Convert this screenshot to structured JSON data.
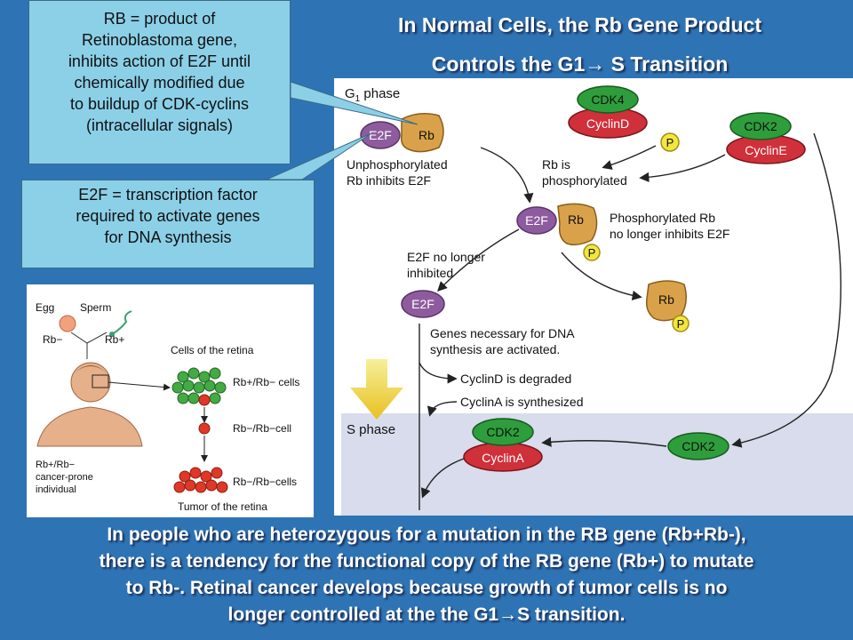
{
  "title": {
    "line1": "In Normal Cells, the Rb Gene Product",
    "line2": "Controls the G1→ S Transition"
  },
  "callout_rb": {
    "lines": [
      "RB = product of",
      "Retinoblastoma gene,",
      "inhibits action of E2F until",
      "chemically modified due",
      "to buildup of CDK-cyclins",
      "(intracellular signals)"
    ]
  },
  "callout_e2f": {
    "lines": [
      "E2F = transcription factor",
      "required to activate genes",
      "for DNA synthesis"
    ]
  },
  "cycle": {
    "g1_phase": "G",
    "g1_sub": "1",
    "g1_word": " phase",
    "s_phase": "S phase",
    "e2f": "E2F",
    "rb": "Rb",
    "p": "P",
    "cdk4": "CDK4",
    "cyclin_d": "CyclinD",
    "cdk2": "CDK2",
    "cyclin_e": "CyclinE",
    "cyclin_a": "CyclinA",
    "unphos_1": "Unphosphorylated",
    "unphos_2": "Rb inhibits E2F",
    "rb_is_1": "Rb is",
    "rb_is_2": "phosphorylated",
    "phos_1": "Phosphorylated Rb",
    "phos_2": "no longer inhibits E2F",
    "nolonger_1": "E2F no longer",
    "nolonger_2": "inhibited",
    "genes_1": "Genes necessary for DNA",
    "genes_2": "synthesis are activated.",
    "cyclind_degraded": "CyclinD is degraded",
    "cyclina_synth": "CyclinA is synthesized"
  },
  "retina": {
    "egg": "Egg",
    "sperm": "Sperm",
    "rb_minus": "Rb−",
    "rb_plus": "Rb+",
    "cells_of_retina": "Cells of the retina",
    "rb_pm_cells": "Rb+/Rb− cells",
    "rb_mm_cell": "Rb−/Rb−cell",
    "rb_mm_cells": "Rb−/Rb−cells",
    "tumor": "Tumor of the retina",
    "ind_1": "Rb+/Rb−",
    "ind_2": "cancer-prone",
    "ind_3": "individual"
  },
  "bottom": {
    "lines": [
      "In people who are heterozygous for a mutation in the RB gene (Rb+Rb-),",
      "there is a tendency for the functional copy of the RB gene (Rb+) to mutate",
      "to Rb-. Retinal cancer develops because growth of tumor cells is no",
      "longer controlled at the the G1→S transition."
    ]
  },
  "colors": {
    "background": "#2E74B5",
    "callout": "#8CD0E8",
    "cdk_green": "#2E9E3C",
    "cyclin_red": "#D0303A",
    "e2f_purple": "#8E5C9E",
    "rb_gold": "#D9A24A",
    "p_yellow": "#F2E640",
    "s_phase_band": "#D8DCEC"
  }
}
